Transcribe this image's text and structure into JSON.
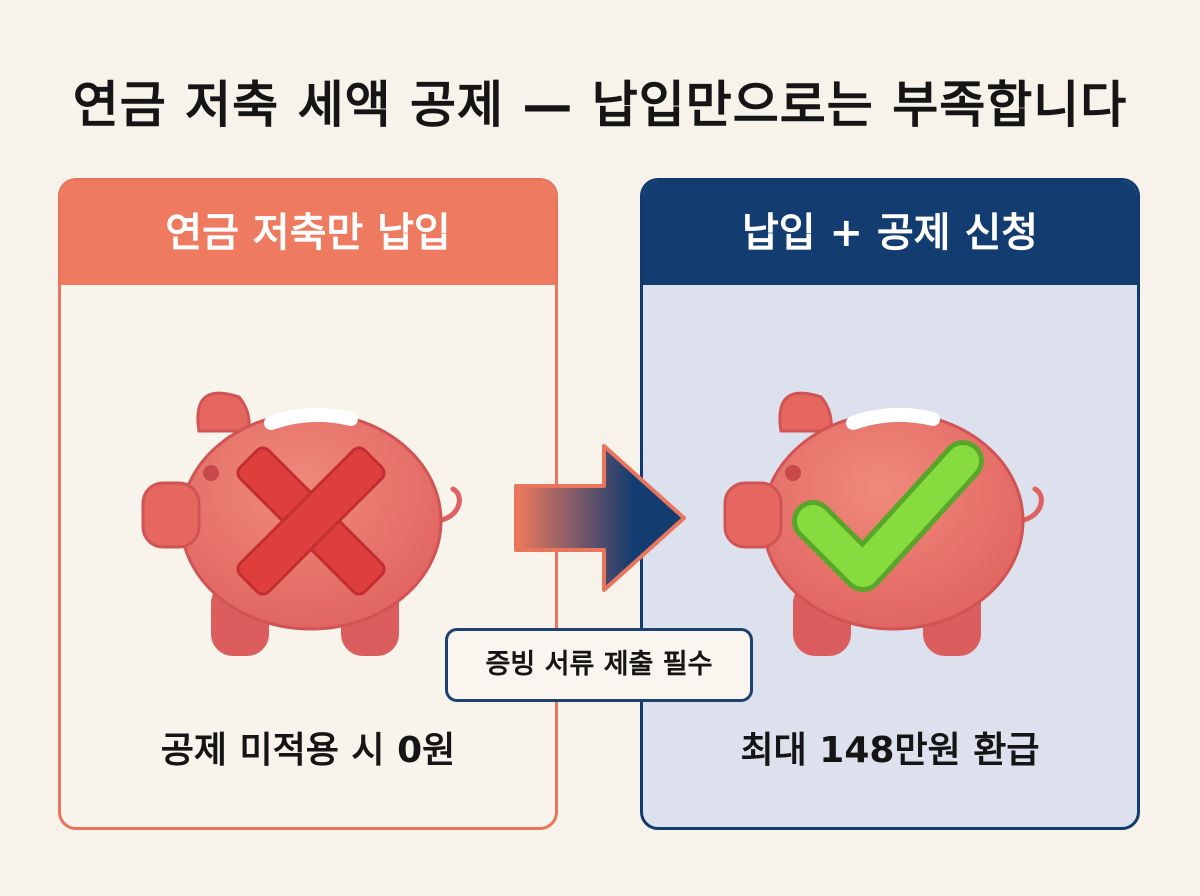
{
  "title": "연금 저축 세액 공제 — 납입만으로는 부족합니다",
  "left_panel": {
    "header": "연금 저축만 납입",
    "caption": "공제 미적용 시 0원",
    "icon": "piggy-bank-x-icon",
    "accent": "#ee7a5f"
  },
  "right_panel": {
    "header": "납입 + 공제 신청",
    "caption": "최대 148만원 환급",
    "icon": "piggy-bank-check-icon",
    "accent": "#133c70"
  },
  "badge": "증빙 서류 제출 필수",
  "colors": {
    "background": "#f7f2ea",
    "pig": "#e5675f",
    "cross": "#df3f3c",
    "check": "#7ed23a"
  }
}
